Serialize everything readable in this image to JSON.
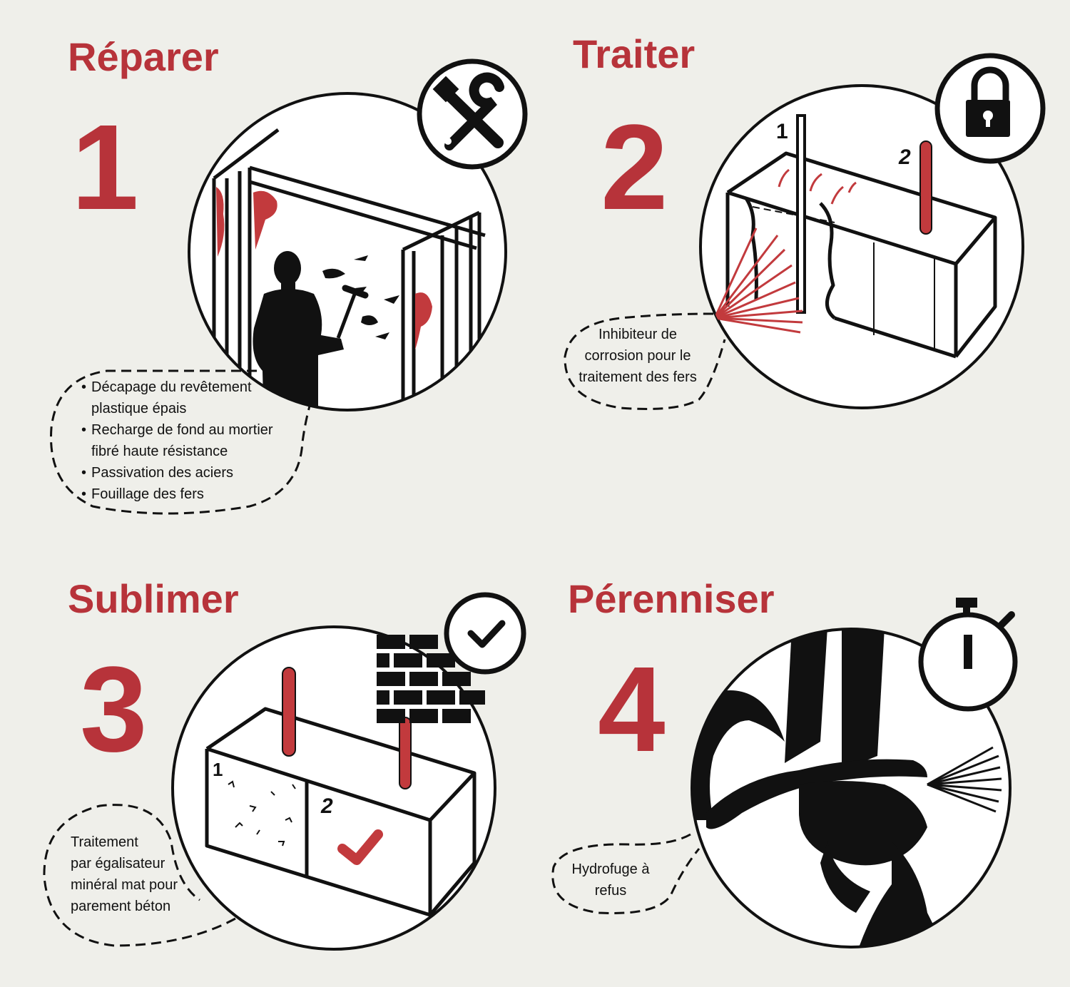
{
  "steps": [
    {
      "number": "1",
      "title": "Réparer",
      "icon": "tools-icon",
      "notes": [
        "Décapage du revêtement plastique épais",
        "Recharge de fond au mortier fibré haute résistance",
        "Passivation des aciers",
        "Fouillage des fers"
      ]
    },
    {
      "number": "2",
      "title": "Traiter",
      "icon": "padlock-icon",
      "labels": [
        "1",
        "2"
      ],
      "note_lines": [
        "Inhibiteur de",
        "corrosion pour le",
        "traitement des fers"
      ]
    },
    {
      "number": "3",
      "title": "Sublimer",
      "icon": "brick-wall-check-icon",
      "labels": [
        "1",
        "2"
      ],
      "note_lines": [
        "Traitement",
        "par égalisateur",
        "minéral mat pour",
        "parement béton"
      ]
    },
    {
      "number": "4",
      "title": "Pérenniser",
      "icon": "stopwatch-icon",
      "note_lines": [
        "Hydrofuge à",
        "refus"
      ]
    }
  ],
  "colors": {
    "accent": "#b7333a",
    "background": "#efefea",
    "ink": "#111111"
  }
}
